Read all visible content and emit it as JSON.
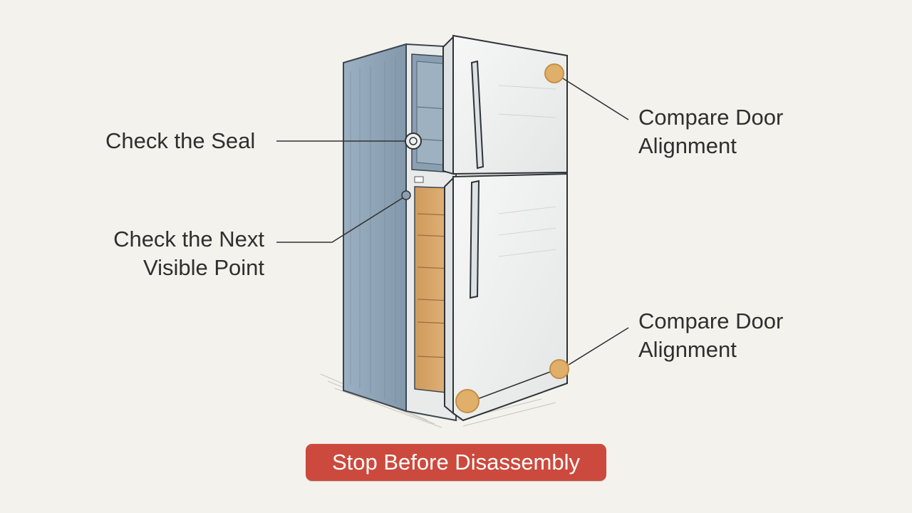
{
  "callouts": {
    "seal": {
      "text": "Check the Seal"
    },
    "next_point": {
      "line1": "Check the Next",
      "line2": "Visible Point"
    },
    "door_top": {
      "line1": "Compare Door",
      "line2": "Alignment"
    },
    "door_bottom": {
      "line1": "Compare Door",
      "line2": "Alignment"
    }
  },
  "warning": {
    "text": "Stop Before Disassembly"
  },
  "colors": {
    "background": "#f3f2ed",
    "fridge_side": "#8fa5b7",
    "door": "#eef0f0",
    "interior_wood": "#d9a566",
    "marker": "#e0b06a",
    "warning": "#cc4a3d",
    "line": "#333333"
  }
}
